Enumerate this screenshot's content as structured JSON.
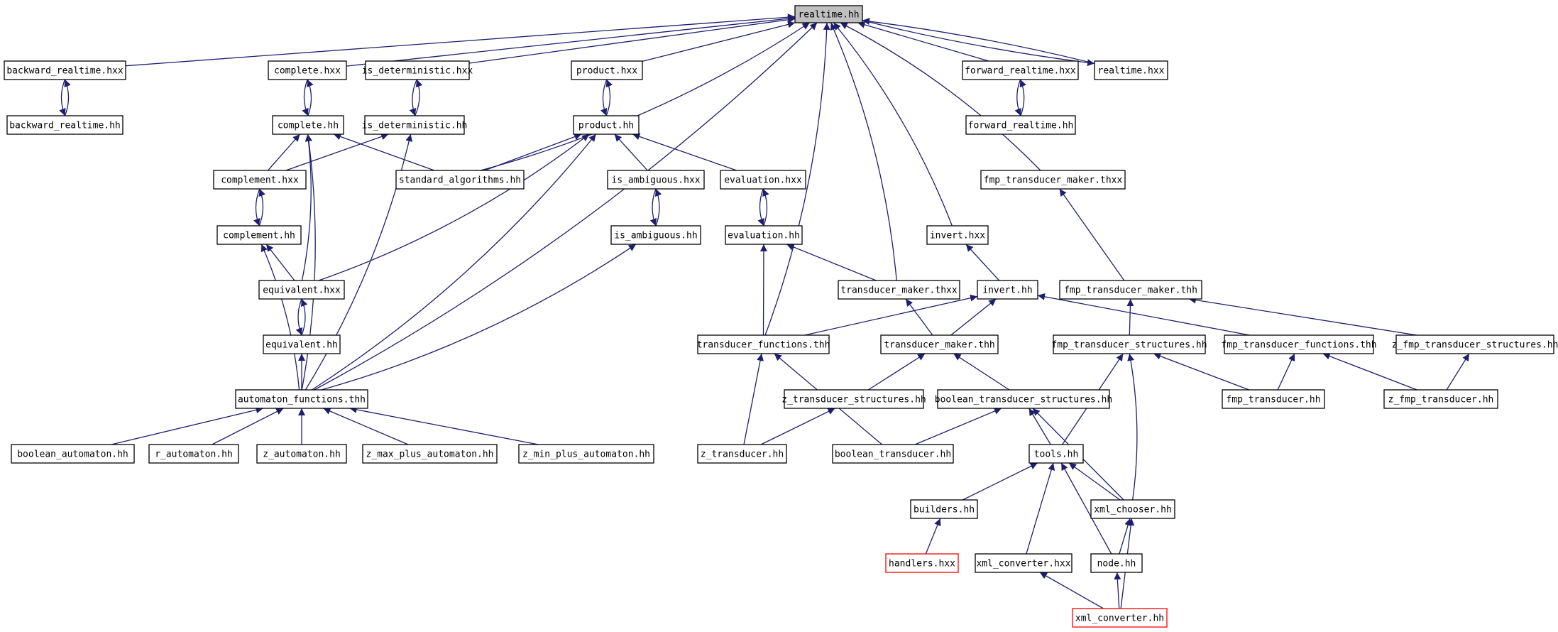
{
  "nodes": [
    {
      "id": "realtime_hh",
      "label": "realtime.hh",
      "style": "root"
    },
    {
      "id": "backward_realtime_hxx",
      "label": "backward_realtime.hxx"
    },
    {
      "id": "complete_hxx",
      "label": "complete.hxx"
    },
    {
      "id": "is_deterministic_hxx",
      "label": "is_deterministic.hxx"
    },
    {
      "id": "product_hxx",
      "label": "product.hxx"
    },
    {
      "id": "forward_realtime_hxx",
      "label": "forward_realtime.hxx"
    },
    {
      "id": "realtime_hxx",
      "label": "realtime.hxx"
    },
    {
      "id": "backward_realtime_hh",
      "label": "backward_realtime.hh"
    },
    {
      "id": "complete_hh",
      "label": "complete.hh"
    },
    {
      "id": "is_deterministic_hh",
      "label": "is_deterministic.hh"
    },
    {
      "id": "product_hh",
      "label": "product.hh"
    },
    {
      "id": "forward_realtime_hh",
      "label": "forward_realtime.hh"
    },
    {
      "id": "complement_hxx",
      "label": "complement.hxx"
    },
    {
      "id": "standard_algorithms_hh",
      "label": "standard_algorithms.hh"
    },
    {
      "id": "is_ambiguous_hxx",
      "label": "is_ambiguous.hxx"
    },
    {
      "id": "evaluation_hxx",
      "label": "evaluation.hxx"
    },
    {
      "id": "fmp_transducer_maker_thxx",
      "label": "fmp_transducer_maker.thxx"
    },
    {
      "id": "complement_hh",
      "label": "complement.hh"
    },
    {
      "id": "is_ambiguous_hh",
      "label": "is_ambiguous.hh"
    },
    {
      "id": "evaluation_hh",
      "label": "evaluation.hh"
    },
    {
      "id": "invert_hxx",
      "label": "invert.hxx"
    },
    {
      "id": "equivalent_hxx",
      "label": "equivalent.hxx"
    },
    {
      "id": "transducer_maker_thxx",
      "label": "transducer_maker.thxx"
    },
    {
      "id": "invert_hh",
      "label": "invert.hh"
    },
    {
      "id": "fmp_transducer_maker_thh",
      "label": "fmp_transducer_maker.thh"
    },
    {
      "id": "equivalent_hh",
      "label": "equivalent.hh"
    },
    {
      "id": "transducer_functions_thh",
      "label": "transducer_functions.thh"
    },
    {
      "id": "transducer_maker_thh",
      "label": "transducer_maker.thh"
    },
    {
      "id": "fmp_transducer_structures_hh",
      "label": "fmp_transducer_structures.hh"
    },
    {
      "id": "fmp_transducer_functions_thh",
      "label": "fmp_transducer_functions.thh"
    },
    {
      "id": "z_fmp_transducer_structures_hh",
      "label": "z_fmp_transducer_structures.hh"
    },
    {
      "id": "automaton_functions_thh",
      "label": "automaton_functions.thh"
    },
    {
      "id": "z_transducer_structures_hh",
      "label": "z_transducer_structures.hh"
    },
    {
      "id": "boolean_transducer_structures_hh",
      "label": "boolean_transducer_structures.hh"
    },
    {
      "id": "fmp_transducer_hh",
      "label": "fmp_transducer.hh"
    },
    {
      "id": "z_fmp_transducer_hh",
      "label": "z_fmp_transducer.hh"
    },
    {
      "id": "boolean_automaton_hh",
      "label": "boolean_automaton.hh"
    },
    {
      "id": "r_automaton_hh",
      "label": "r_automaton.hh"
    },
    {
      "id": "z_automaton_hh",
      "label": "z_automaton.hh"
    },
    {
      "id": "z_max_plus_automaton_hh",
      "label": "z_max_plus_automaton.hh"
    },
    {
      "id": "z_min_plus_automaton_hh",
      "label": "z_min_plus_automaton.hh"
    },
    {
      "id": "z_transducer_hh",
      "label": "z_transducer.hh"
    },
    {
      "id": "boolean_transducer_hh",
      "label": "boolean_transducer.hh"
    },
    {
      "id": "tools_hh",
      "label": "tools.hh"
    },
    {
      "id": "builders_hh",
      "label": "builders.hh"
    },
    {
      "id": "xml_chooser_hh",
      "label": "xml_chooser.hh"
    },
    {
      "id": "handlers_hxx",
      "label": "handlers.hxx",
      "style": "red"
    },
    {
      "id": "xml_converter_hxx",
      "label": "xml_converter.hxx"
    },
    {
      "id": "node_hh",
      "label": "node.hh"
    },
    {
      "id": "xml_converter_hh",
      "label": "xml_converter.hh",
      "style": "red"
    }
  ],
  "edges": [
    [
      "backward_realtime_hxx",
      "realtime_hh"
    ],
    [
      "complete_hxx",
      "realtime_hh"
    ],
    [
      "is_deterministic_hxx",
      "realtime_hh"
    ],
    [
      "product_hxx",
      "realtime_hh"
    ],
    [
      "forward_realtime_hxx",
      "realtime_hh"
    ],
    [
      "realtime_hxx",
      "realtime_hh"
    ],
    [
      "realtime_hh",
      "realtime_hxx"
    ],
    [
      "automaton_functions_thh",
      "realtime_hh"
    ],
    [
      "standard_algorithms_hh",
      "realtime_hh"
    ],
    [
      "transducer_functions_thh",
      "realtime_hh"
    ],
    [
      "transducer_maker_thxx",
      "realtime_hh"
    ],
    [
      "invert_hxx",
      "realtime_hh"
    ],
    [
      "fmp_transducer_maker_thxx",
      "realtime_hh"
    ],
    [
      "backward_realtime_hxx",
      "backward_realtime_hh"
    ],
    [
      "backward_realtime_hh",
      "backward_realtime_hxx"
    ],
    [
      "complete_hxx",
      "complete_hh"
    ],
    [
      "complete_hh",
      "complete_hxx"
    ],
    [
      "is_deterministic_hxx",
      "is_deterministic_hh"
    ],
    [
      "is_deterministic_hh",
      "is_deterministic_hxx"
    ],
    [
      "product_hxx",
      "product_hh"
    ],
    [
      "product_hh",
      "product_hxx"
    ],
    [
      "forward_realtime_hxx",
      "forward_realtime_hh"
    ],
    [
      "forward_realtime_hh",
      "forward_realtime_hxx"
    ],
    [
      "complement_hxx",
      "complete_hh"
    ],
    [
      "standard_algorithms_hh",
      "complete_hh"
    ],
    [
      "equivalent_hxx",
      "complete_hh"
    ],
    [
      "automaton_functions_thh",
      "complete_hh"
    ],
    [
      "complement_hxx",
      "is_deterministic_hh"
    ],
    [
      "automaton_functions_thh",
      "is_deterministic_hh"
    ],
    [
      "standard_algorithms_hh",
      "product_hh"
    ],
    [
      "is_ambiguous_hxx",
      "product_hh"
    ],
    [
      "evaluation_hxx",
      "product_hh"
    ],
    [
      "equivalent_hxx",
      "product_hh"
    ],
    [
      "automaton_functions_thh",
      "product_hh"
    ],
    [
      "complement_hxx",
      "complement_hh"
    ],
    [
      "complement_hh",
      "complement_hxx"
    ],
    [
      "equivalent_hxx",
      "complement_hh"
    ],
    [
      "automaton_functions_thh",
      "complement_hh"
    ],
    [
      "is_ambiguous_hxx",
      "is_ambiguous_hh"
    ],
    [
      "is_ambiguous_hh",
      "is_ambiguous_hxx"
    ],
    [
      "automaton_functions_thh",
      "is_ambiguous_hh"
    ],
    [
      "evaluation_hxx",
      "evaluation_hh"
    ],
    [
      "evaluation_hh",
      "evaluation_hxx"
    ],
    [
      "transducer_functions_thh",
      "evaluation_hh"
    ],
    [
      "transducer_maker_thxx",
      "evaluation_hh"
    ],
    [
      "invert_hh",
      "invert_hxx"
    ],
    [
      "equivalent_hxx",
      "equivalent_hh"
    ],
    [
      "equivalent_hh",
      "equivalent_hxx"
    ],
    [
      "automaton_functions_thh",
      "equivalent_hh"
    ],
    [
      "transducer_maker_thh",
      "transducer_maker_thxx"
    ],
    [
      "transducer_functions_thh",
      "invert_hh"
    ],
    [
      "transducer_maker_thh",
      "invert_hh"
    ],
    [
      "fmp_transducer_functions_thh",
      "invert_hh"
    ],
    [
      "fmp_transducer_maker_thh",
      "fmp_transducer_maker_thxx"
    ],
    [
      "fmp_transducer_structures_hh",
      "fmp_transducer_maker_thh"
    ],
    [
      "z_fmp_transducer_structures_hh",
      "fmp_transducer_maker_thh"
    ],
    [
      "boolean_automaton_hh",
      "automaton_functions_thh"
    ],
    [
      "r_automaton_hh",
      "automaton_functions_thh"
    ],
    [
      "z_automaton_hh",
      "automaton_functions_thh"
    ],
    [
      "z_max_plus_automaton_hh",
      "automaton_functions_thh"
    ],
    [
      "z_min_plus_automaton_hh",
      "automaton_functions_thh"
    ],
    [
      "z_transducer_hh",
      "transducer_functions_thh"
    ],
    [
      "boolean_transducer_hh",
      "transducer_functions_thh"
    ],
    [
      "z_transducer_structures_hh",
      "transducer_maker_thh"
    ],
    [
      "boolean_transducer_structures_hh",
      "transducer_maker_thh"
    ],
    [
      "fmp_transducer_hh",
      "fmp_transducer_structures_hh"
    ],
    [
      "tools_hh",
      "fmp_transducer_structures_hh"
    ],
    [
      "xml_chooser_hh",
      "fmp_transducer_structures_hh"
    ],
    [
      "fmp_transducer_hh",
      "fmp_transducer_functions_thh"
    ],
    [
      "z_fmp_transducer_hh",
      "fmp_transducer_functions_thh"
    ],
    [
      "z_fmp_transducer_hh",
      "z_fmp_transducer_structures_hh"
    ],
    [
      "z_transducer_hh",
      "z_transducer_structures_hh"
    ],
    [
      "boolean_transducer_hh",
      "boolean_transducer_structures_hh"
    ],
    [
      "tools_hh",
      "boolean_transducer_structures_hh"
    ],
    [
      "xml_chooser_hh",
      "boolean_transducer_structures_hh"
    ],
    [
      "builders_hh",
      "tools_hh"
    ],
    [
      "xml_chooser_hh",
      "tools_hh"
    ],
    [
      "xml_converter_hxx",
      "tools_hh"
    ],
    [
      "node_hh",
      "tools_hh"
    ],
    [
      "handlers_hxx",
      "builders_hh"
    ],
    [
      "node_hh",
      "xml_chooser_hh"
    ],
    [
      "xml_converter_hh",
      "xml_chooser_hh"
    ],
    [
      "xml_converter_hh",
      "xml_converter_hxx"
    ],
    [
      "xml_converter_hh",
      "node_hh"
    ]
  ]
}
